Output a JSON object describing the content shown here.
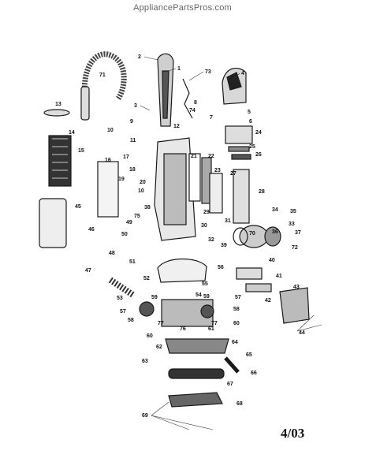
{
  "header": {
    "site_url": "AppliancePartsPros.com"
  },
  "footer": {
    "date_code": "4/03"
  },
  "callouts": [
    "1",
    "2",
    "3",
    "4",
    "5",
    "6",
    "7",
    "8",
    "9",
    "10",
    "11",
    "12",
    "13",
    "14",
    "15",
    "16",
    "17",
    "18",
    "19",
    "20",
    "21",
    "22",
    "23",
    "24",
    "25",
    "26",
    "27",
    "28",
    "29",
    "30",
    "31",
    "32",
    "33",
    "34",
    "35",
    "36",
    "37",
    "38",
    "39",
    "40",
    "41",
    "42",
    "43",
    "44",
    "45",
    "46",
    "47",
    "48",
    "49",
    "50",
    "51",
    "52",
    "53",
    "54",
    "55",
    "56",
    "57",
    "58",
    "59",
    "60",
    "61",
    "62",
    "63",
    "64",
    "65",
    "66",
    "67",
    "68",
    "69",
    "70",
    "71",
    "72",
    "73",
    "74",
    "75",
    "76",
    "77"
  ]
}
